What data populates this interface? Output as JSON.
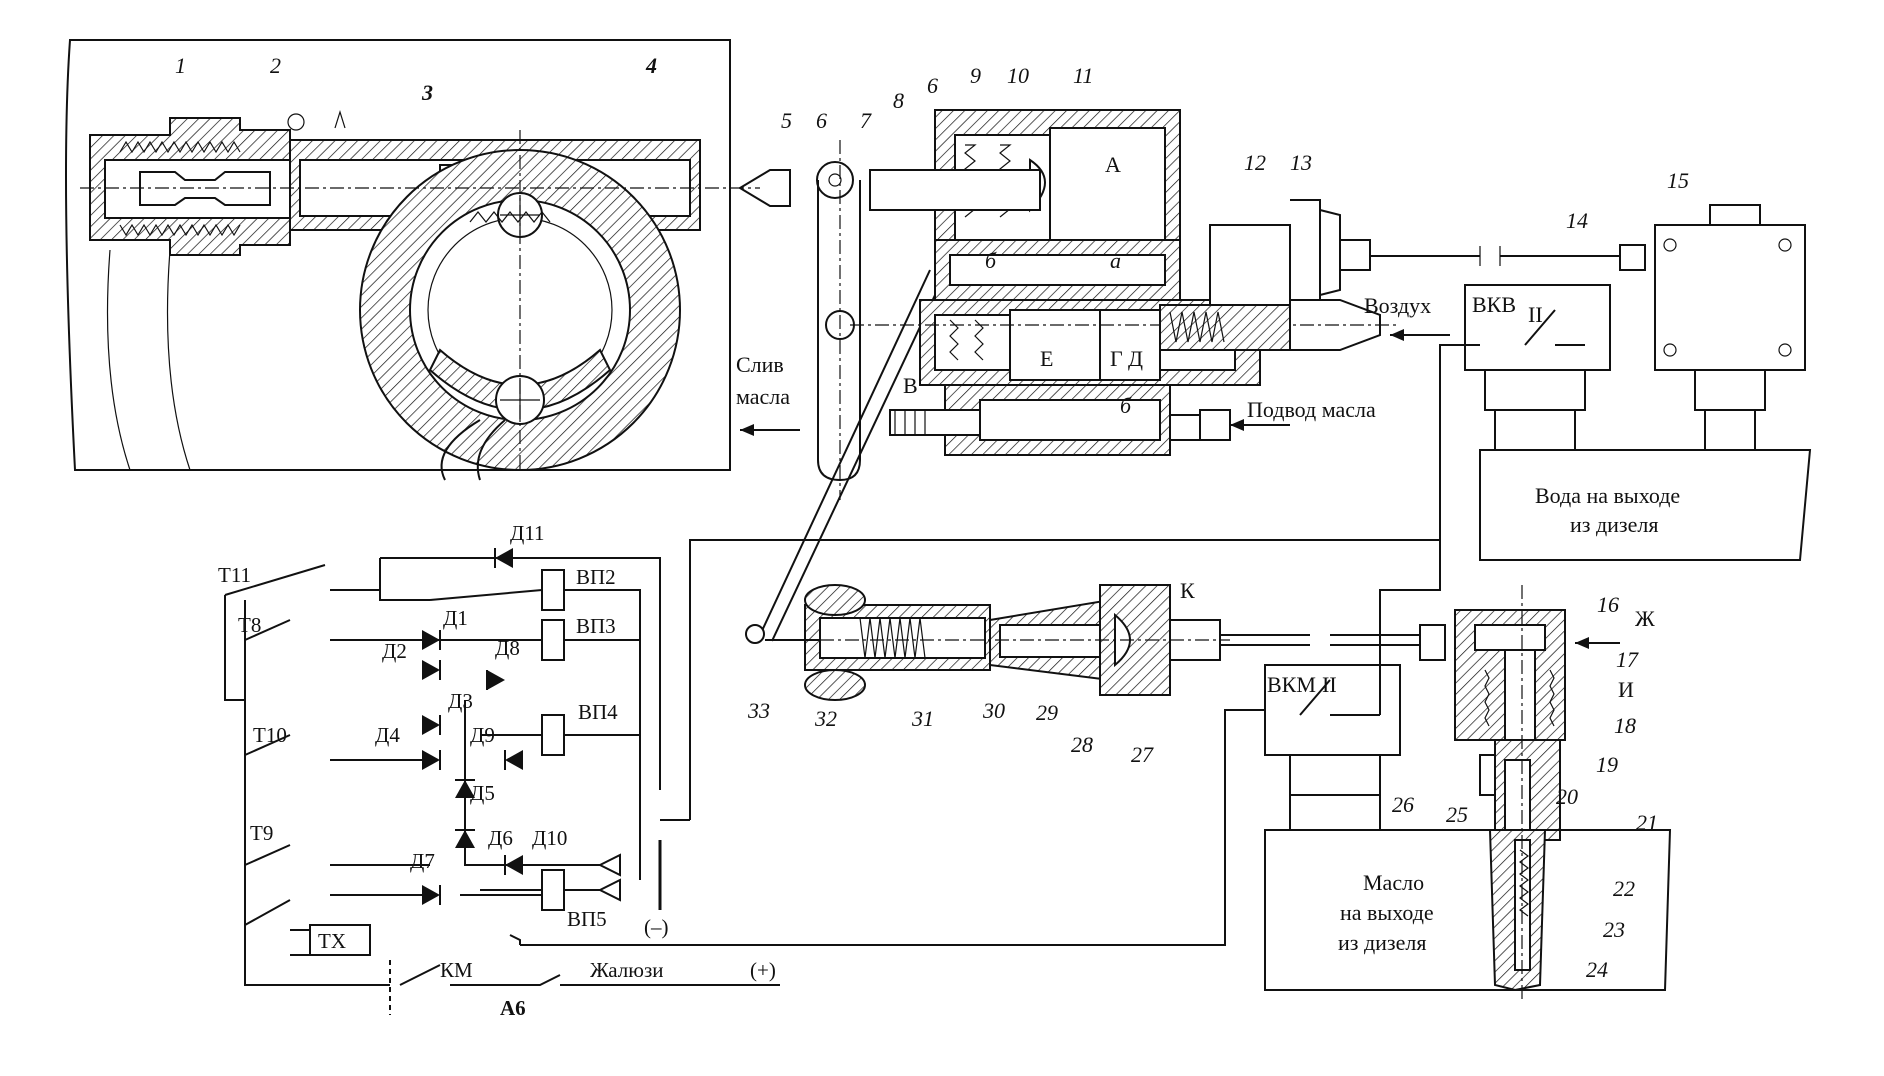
{
  "part_numbers": [
    "1",
    "2",
    "3",
    "4",
    "5",
    "6",
    "7",
    "8",
    "6",
    "9",
    "10",
    "11",
    "12",
    "13",
    "14",
    "15",
    "16",
    "17",
    "18",
    "19",
    "20",
    "21",
    "22",
    "23",
    "24",
    "25",
    "26",
    "27",
    "28",
    "29",
    "30",
    "31",
    "32",
    "33"
  ],
  "cavity_letters": {
    "A": "А",
    "b": "б",
    "a": "а",
    "E": "Е",
    "G": "Г",
    "D": "Д",
    "V": "В",
    "v2": "б",
    "K": "К",
    "Zh": "Ж",
    "I": "И"
  },
  "flow_labels": {
    "air": "Воздух",
    "oil_supply": "Подвод масла",
    "oil_drain_1": "Слив",
    "oil_drain_2": "масла"
  },
  "boxes": {
    "water_1": "Вода на выходе",
    "water_2": "из дизеля",
    "oil_1": "Масло",
    "oil_2": "на выходе",
    "oil_3": "из дизеля"
  },
  "relays": {
    "vkv": "ВКВ",
    "vkm": "ВКМ",
    "roman": "II"
  },
  "circuit": {
    "t11": "Т11",
    "t8": "Т8",
    "t10": "Т10",
    "t9": "Т9",
    "tx": "ТХ",
    "km": "КМ",
    "a6": "А6",
    "d1": "Д1",
    "d2": "Д2",
    "d3": "Д3",
    "d4": "Д4",
    "d5": "Д5",
    "d6": "Д6",
    "d7": "Д7",
    "d8": "Д8",
    "d9": "Д9",
    "d10": "Д10",
    "d11": "Д11",
    "vp2": "ВП2",
    "vp3": "ВП3",
    "vp4": "ВП4",
    "vp5": "ВП5",
    "minus": "(–)",
    "plus": "(+)",
    "blinds": "Жалюзи"
  }
}
